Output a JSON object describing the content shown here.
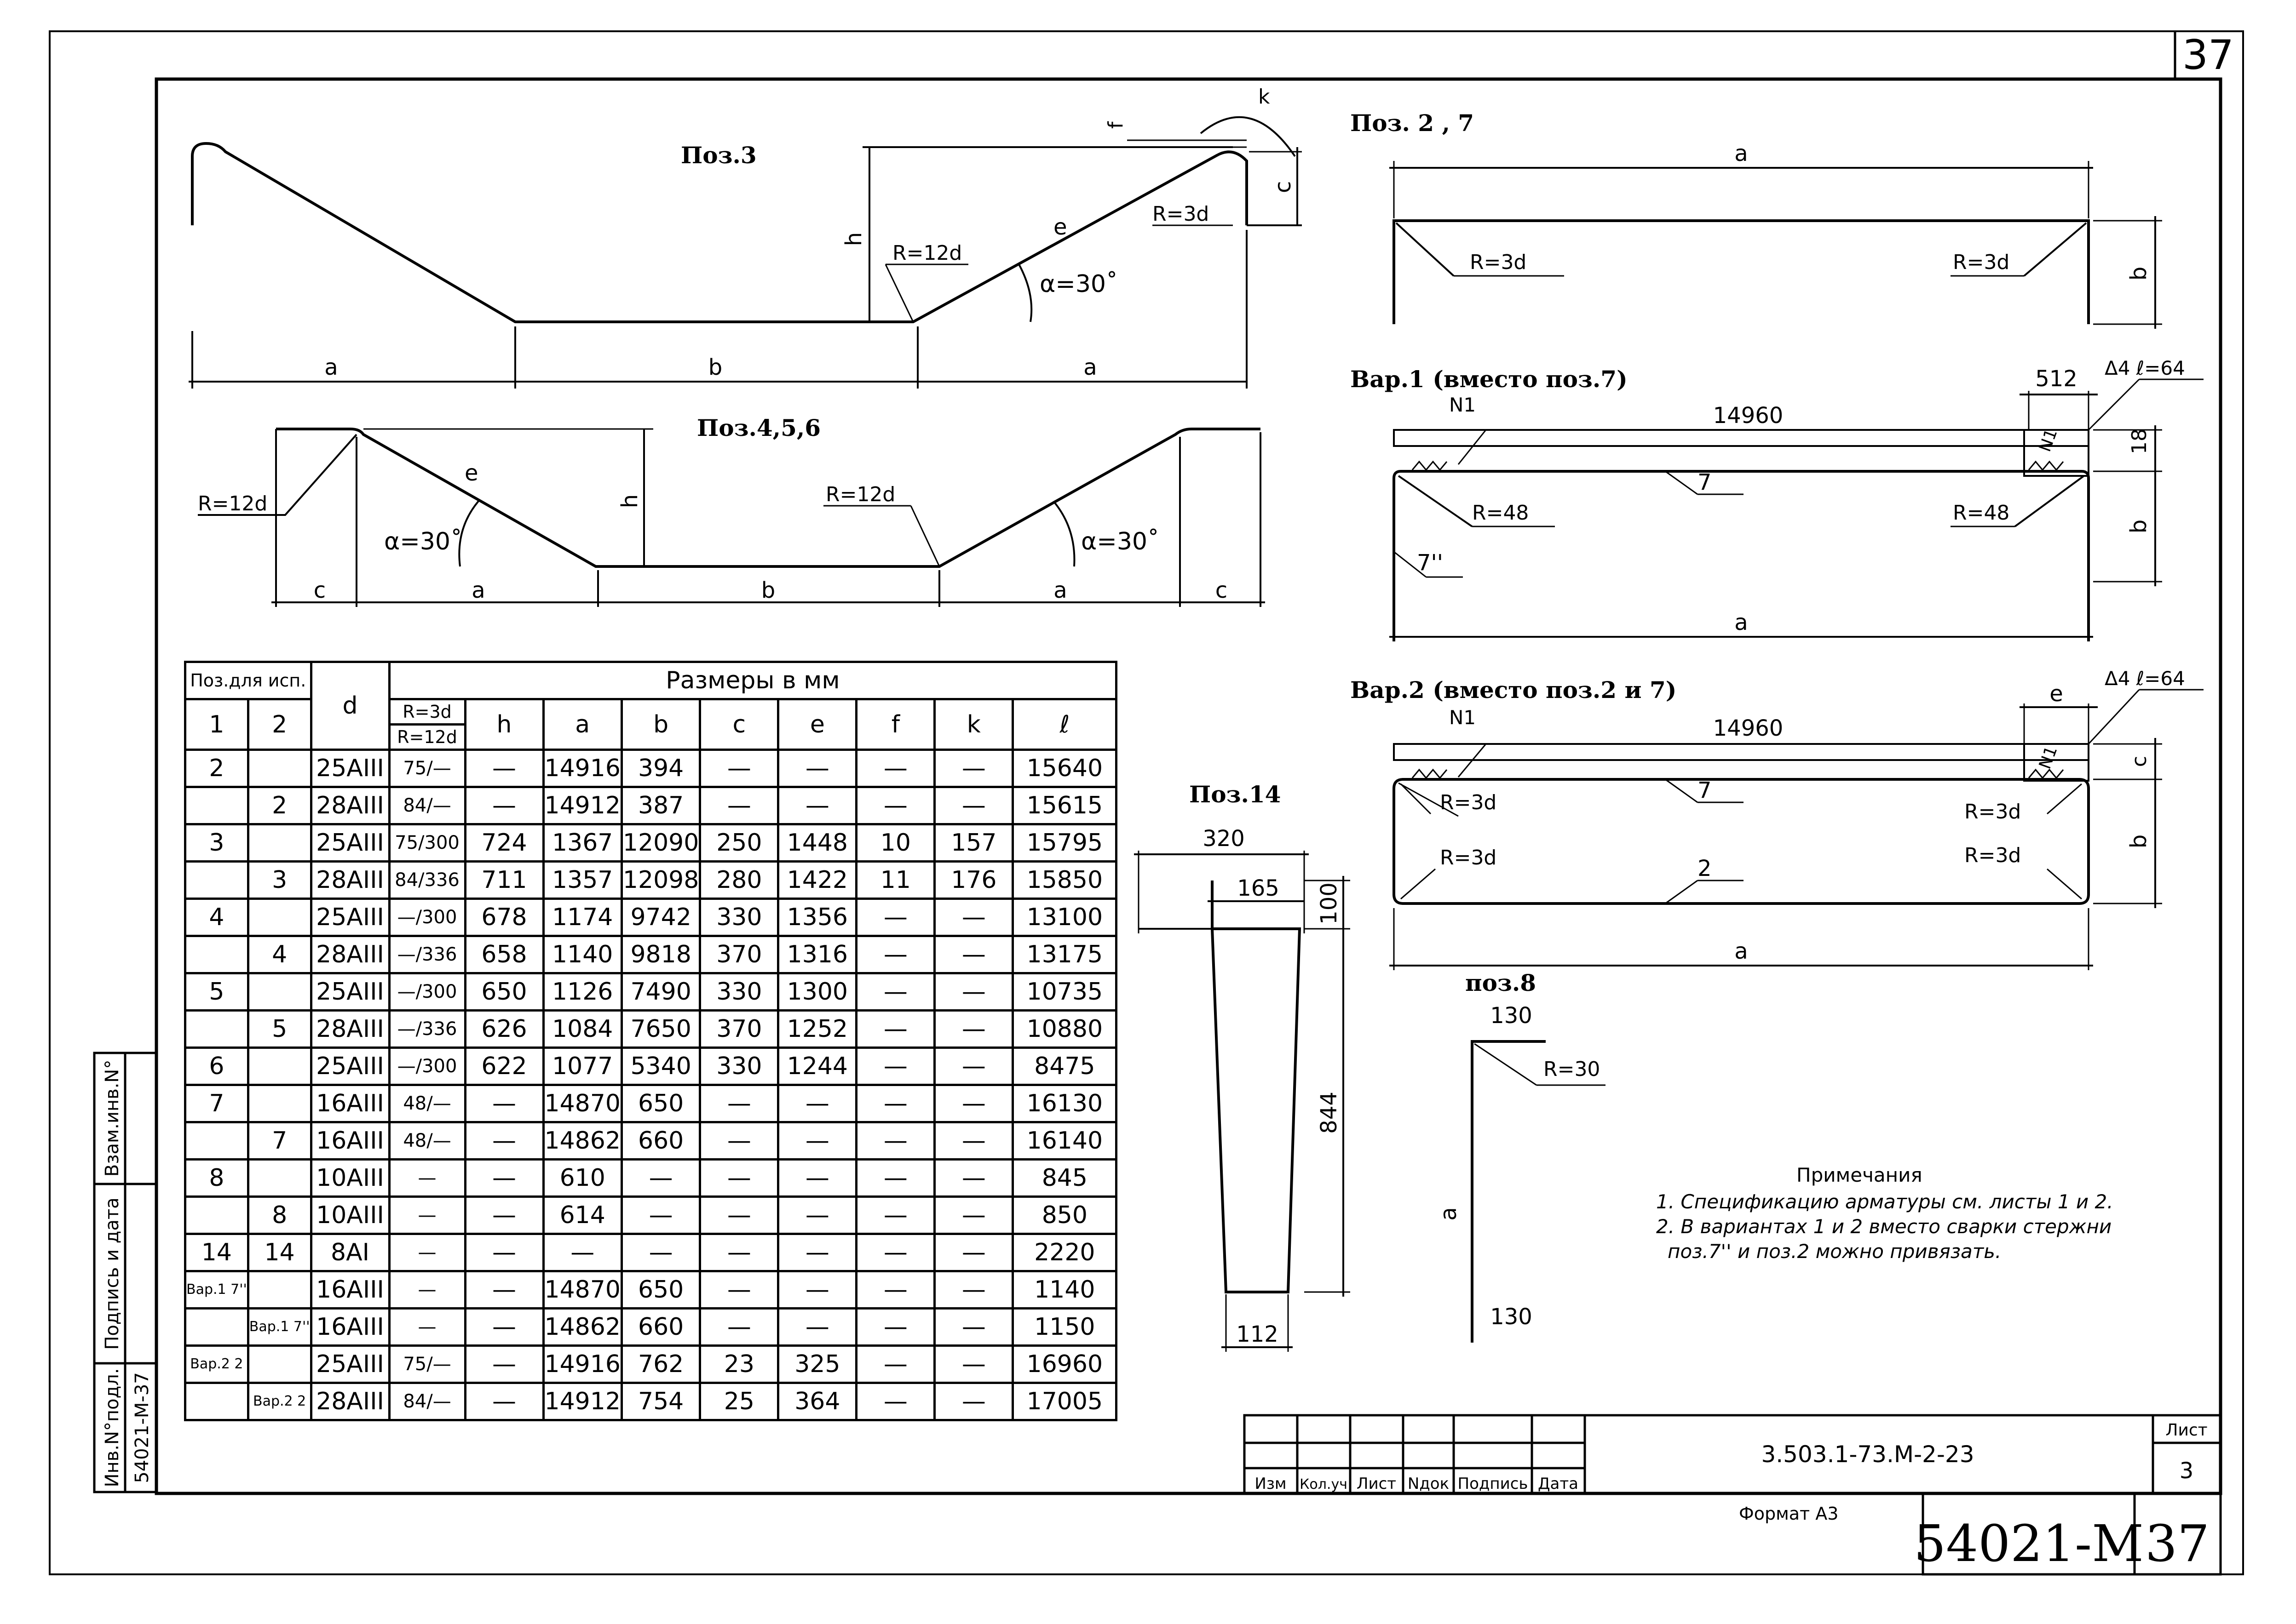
{
  "sheet_number_corner": "37",
  "pos3": {
    "title": "Поз.3",
    "a_left": "a",
    "b": "b",
    "a_right": "a",
    "h": "h",
    "e": "e",
    "f": "f",
    "k": "k",
    "c": "c",
    "r12d": "R=12d",
    "r3d": "R=3d",
    "alpha": "α=30˚"
  },
  "pos456": {
    "title": "Поз.4,5,6",
    "r12d_left": "R=12d",
    "r12d_right": "R=12d",
    "e": "e",
    "h": "h",
    "alpha_left": "α=30˚",
    "alpha_right": "α=30˚",
    "c_left": "c",
    "a_left": "a",
    "b": "b",
    "a_right": "a",
    "c_right": "c"
  },
  "pos27": {
    "title": "Поз. 2 , 7",
    "a": "a",
    "b": "b",
    "r_left": "R=3d",
    "r_right": "R=3d"
  },
  "var1": {
    "title": "Вар.1 (вместо поз.7)",
    "n1": "N1",
    "n1_right": "N1",
    "len": "14960",
    "w512": "512",
    "weld": "Δ4 ℓ=64",
    "d18": "18",
    "bar7": "7",
    "r_left": "R=48",
    "r_right": "R=48",
    "bar7pp": "7''",
    "b": "b",
    "a": "a"
  },
  "var2": {
    "title": "Вар.2 (вместо поз.2 и 7)",
    "n1": "N1",
    "n1_right": "N1",
    "len": "14960",
    "e": "e",
    "weld": "Δ4 ℓ=64",
    "c": "c",
    "bar7": "7",
    "bar2": "2",
    "r1": "R=3d",
    "r2": "R=3d",
    "r3": "R=3d",
    "r4": "R=3d",
    "b": "b",
    "a": "a"
  },
  "pos14": {
    "title": "Поз.14",
    "w320": "320",
    "w165": "165",
    "h100": "100",
    "h844": "844",
    "w112": "112"
  },
  "pos8": {
    "title": "поз.8",
    "top": "130",
    "r": "R=30",
    "a": "a",
    "bottom": "130"
  },
  "notes": {
    "title": "Примечания",
    "lines": [
      "1. Спецификацию арматуры см. листы 1 и 2.",
      "2. В вариантах 1 и 2 вместо сварки стержни",
      "поз.7'' и поз.2 можно привязать."
    ]
  },
  "table": {
    "head_pos": "Поз.для исп.",
    "head_sizes": "Размеры в мм",
    "col1": "1",
    "col2": "2",
    "col_d": "d",
    "col_r_top": "R=3d",
    "col_r_bot": "R=12d",
    "cols": [
      "h",
      "a",
      "b",
      "c",
      "e",
      "f",
      "k",
      "ℓ"
    ],
    "rows": [
      [
        "2",
        "",
        "25AIII",
        "75/—",
        "—",
        "14916",
        "394",
        "—",
        "—",
        "—",
        "—",
        "15640"
      ],
      [
        "",
        "2",
        "28AIII",
        "84/—",
        "—",
        "14912",
        "387",
        "—",
        "—",
        "—",
        "—",
        "15615"
      ],
      [
        "3",
        "",
        "25AIII",
        "75/300",
        "724",
        "1367",
        "12090",
        "250",
        "1448",
        "10",
        "157",
        "15795"
      ],
      [
        "",
        "3",
        "28AIII",
        "84/336",
        "711",
        "1357",
        "12098",
        "280",
        "1422",
        "11",
        "176",
        "15850"
      ],
      [
        "4",
        "",
        "25AIII",
        "—/300",
        "678",
        "1174",
        "9742",
        "330",
        "1356",
        "—",
        "—",
        "13100"
      ],
      [
        "",
        "4",
        "28AIII",
        "—/336",
        "658",
        "1140",
        "9818",
        "370",
        "1316",
        "—",
        "—",
        "13175"
      ],
      [
        "5",
        "",
        "25AIII",
        "—/300",
        "650",
        "1126",
        "7490",
        "330",
        "1300",
        "—",
        "—",
        "10735"
      ],
      [
        "",
        "5",
        "28AIII",
        "—/336",
        "626",
        "1084",
        "7650",
        "370",
        "1252",
        "—",
        "—",
        "10880"
      ],
      [
        "6",
        "",
        "25AIII",
        "—/300",
        "622",
        "1077",
        "5340",
        "330",
        "1244",
        "—",
        "—",
        "8475"
      ],
      [
        "7",
        "",
        "16AIII",
        "48/—",
        "—",
        "14870",
        "650",
        "—",
        "—",
        "—",
        "—",
        "16130"
      ],
      [
        "",
        "7",
        "16AIII",
        "48/—",
        "—",
        "14862",
        "660",
        "—",
        "—",
        "—",
        "—",
        "16140"
      ],
      [
        "8",
        "",
        "10AIII",
        "—",
        "—",
        "610",
        "—",
        "—",
        "—",
        "—",
        "—",
        "845"
      ],
      [
        "",
        "8",
        "10AIII",
        "—",
        "—",
        "614",
        "—",
        "—",
        "—",
        "—",
        "—",
        "850"
      ],
      [
        "14",
        "14",
        "8AI",
        "—",
        "—",
        "—",
        "—",
        "—",
        "—",
        "—",
        "—",
        "2220"
      ],
      [
        "Вар.1 7''",
        "",
        "16AIII",
        "—",
        "—",
        "14870",
        "650",
        "—",
        "—",
        "—",
        "—",
        "1140"
      ],
      [
        "",
        "Вар.1 7''",
        "16AIII",
        "—",
        "—",
        "14862",
        "660",
        "—",
        "—",
        "—",
        "—",
        "1150"
      ],
      [
        "Вар.2 2",
        "",
        "25AIII",
        "75/—",
        "—",
        "14916",
        "762",
        "23",
        "325",
        "—",
        "—",
        "16960"
      ],
      [
        "",
        "Вар.2 2",
        "28AIII",
        "84/—",
        "—",
        "14912",
        "754",
        "25",
        "364",
        "—",
        "—",
        "17005"
      ]
    ]
  },
  "side_stamp": {
    "inv_podl": "Инв.N°подл.",
    "podpis": "Подпись и дата",
    "vzam": "Взам.инв.N°",
    "num": "54021-M-37"
  },
  "title_block": {
    "cols": [
      "Изм",
      "Кол.уч",
      "Лист",
      "Nдок",
      "Подпись",
      "Дата"
    ],
    "code": "3.503.1-73.М-2-23",
    "list_label": "Лист",
    "list_num": "3"
  },
  "format": "Формат А3",
  "doc_num": "54021-М",
  "page_num": "37"
}
